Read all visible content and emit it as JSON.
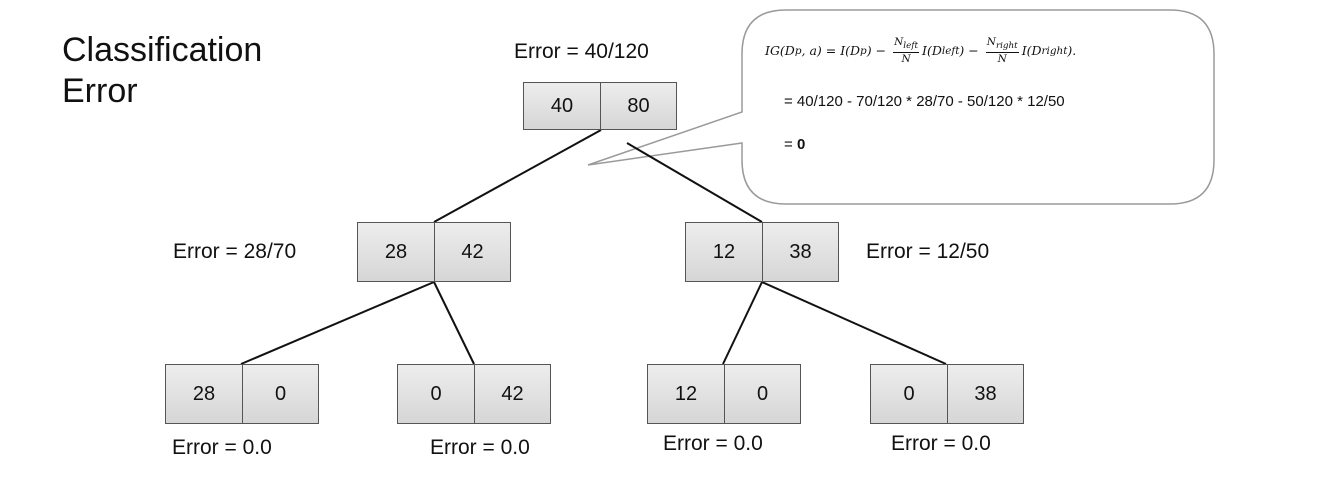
{
  "title": {
    "line1": "Classification",
    "line2": "Error"
  },
  "root": {
    "label": "Error = 40/120",
    "left": "40",
    "right": "80"
  },
  "left_child": {
    "label": "Error = 28/70",
    "left": "28",
    "right": "42"
  },
  "right_child": {
    "label": "Error = 12/50",
    "left": "12",
    "right": "38"
  },
  "leaves": [
    {
      "left": "28",
      "right": "0",
      "label": "Error = 0.0"
    },
    {
      "left": "0",
      "right": "42",
      "label": "Error = 0.0"
    },
    {
      "left": "12",
      "right": "0",
      "label": "Error = 0.0"
    },
    {
      "left": "0",
      "right": "38",
      "label": "Error = 0.0"
    }
  ],
  "callout": {
    "formula": {
      "lhs": "IG(D",
      "lhs_sub": "p",
      "lhs_rest": ", a) = I(D",
      "p_sub": "p",
      "p_close": ")",
      "minus": "−",
      "n_left": "N",
      "n_left_sub": "left",
      "den": "N",
      "i_left": "I(D",
      "i_left_sub": "left",
      "i_left_close": ")",
      "n_right": "N",
      "n_right_sub": "right",
      "i_right": "I(D",
      "i_right_sub": "right",
      "i_right_close": ")."
    },
    "line2": "= 40/120 - 70/120 * 28/70 - 50/120 * 12/50",
    "line3_prefix": "=",
    "line3_value": "0"
  }
}
